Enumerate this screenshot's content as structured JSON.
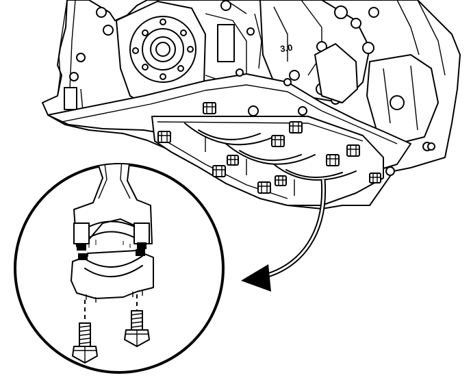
{
  "diagram": {
    "part_label": "3.0",
    "colors": {
      "line": "#000000",
      "background": "#ffffff"
    },
    "icons": [
      "engine-block",
      "connecting-rod",
      "bearing-cap",
      "cap-bolt",
      "arrow"
    ]
  }
}
